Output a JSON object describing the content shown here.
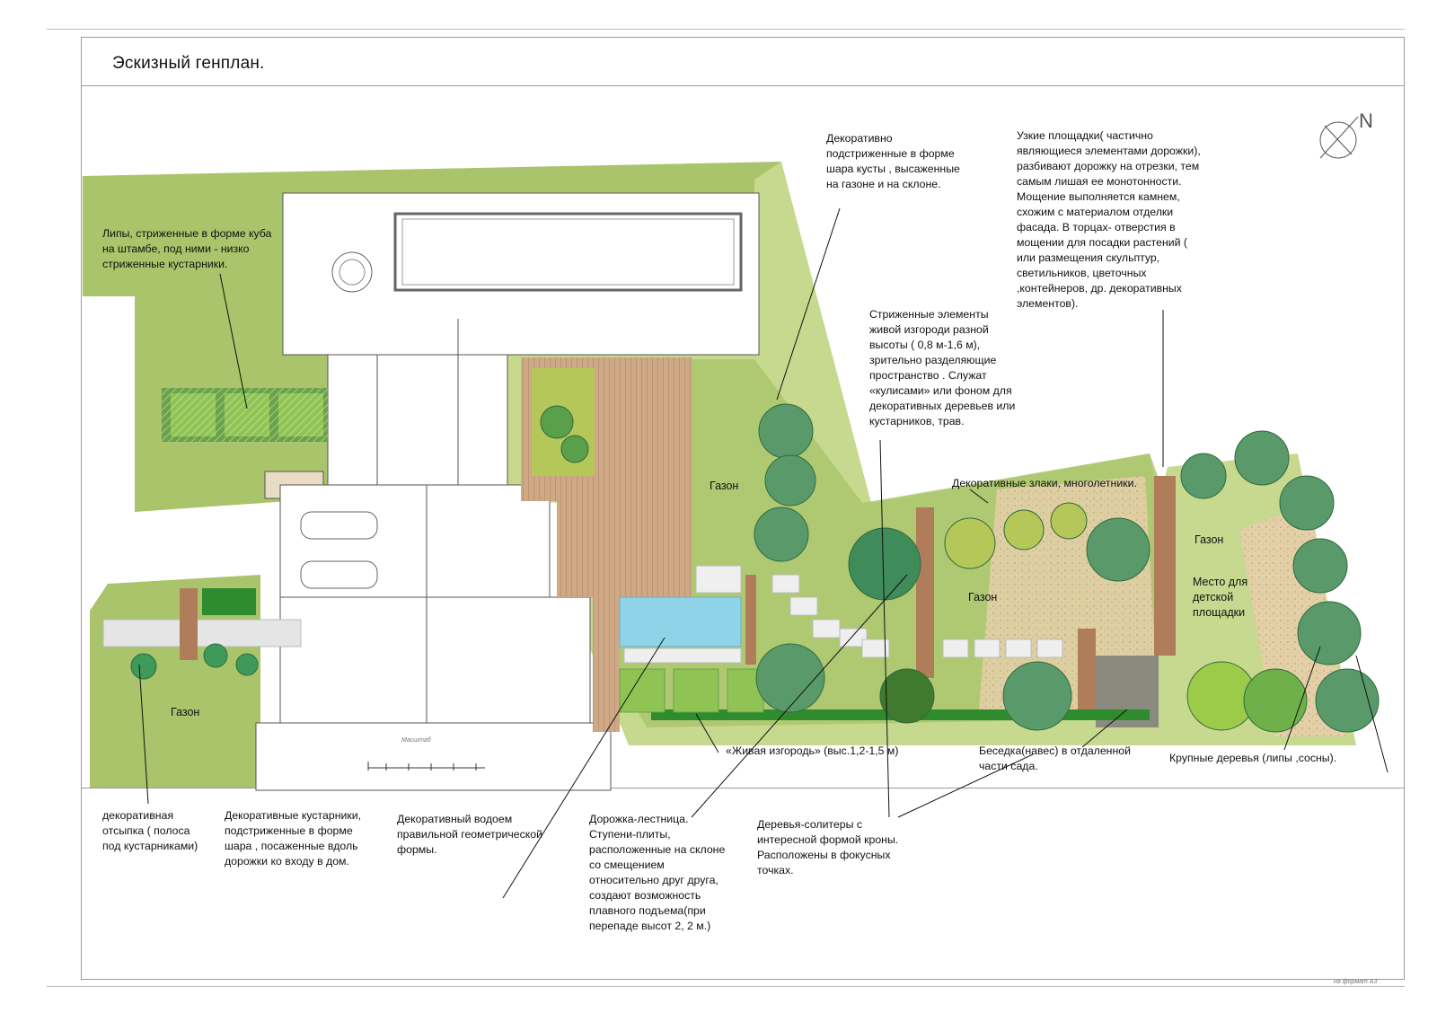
{
  "title": "Эскизный генплан.",
  "notes": {
    "lindens": "Липы, стриженные в форме куба на штамбе, под ними - низко стриженные кустарники.",
    "balls": "Декоративно подстриженные в форме шара кусты , высаженные на газоне и на склоне.",
    "platforms": "Узкие площадки( частично являющиеся элементами дорожки), разбивают дорожку на отрезки, тем самым лишая ее монотонности. Мощение выполняется камнем, схожим с материалом отделки фасада. В торцах- отверстия в мощении для посадки растений ( или размещения скульптур, светильников, цветочных ,контейнеров, др. декоративных элементов).",
    "hedge_elements": "Стриженные элементы живой изгороди разной высоты ( 0,8 м-1,6 м), зрительно разделяющие пространство . Служат «кулисами» или фоном для декоративных деревьев или кустарников, трав.",
    "grasses": "Декоративные злаки, многолетники.",
    "live_hedge": "«Живая изгородь» (выс.1,2-1,5 м)",
    "gazebo": "Беседка(навес) в отдаленной части сада.",
    "big_trees": "Крупные деревья (липы ,сосны).",
    "decor_fill": "декоративная отсыпка ( полоса под кустарниками)",
    "shrubs": "Декоративные кустарники, подстриженные в форме шара , посаженные вдоль дорожки ко входу в дом.",
    "pond": "Декоративный водоем правильной геометрической формы.",
    "stairs": "Дорожка-лестница. Ступени-плиты, расположенные на склоне со смещением относительно друг друга, создают возможность плавного подъема(при перепаде высот 2, 2 м.)",
    "solitaire": "Деревья-солитеры с интересной формой кроны. Расположены в фокусных точках."
  },
  "labels": {
    "lawn": "Газон",
    "playground": "Место для детской площадки",
    "scale": "Масштаб",
    "format": "на формат А3",
    "north": "N"
  },
  "colors": {
    "lawn": "#a9c46a",
    "lawn_light": "#c6d98f",
    "deck": "#c9a484",
    "water": "#8fd3e8",
    "tree_dark": "#3f8b5a",
    "tree_light": "#7fbf4a",
    "gravel": "#e2c9a0",
    "building_line": "#555555"
  }
}
